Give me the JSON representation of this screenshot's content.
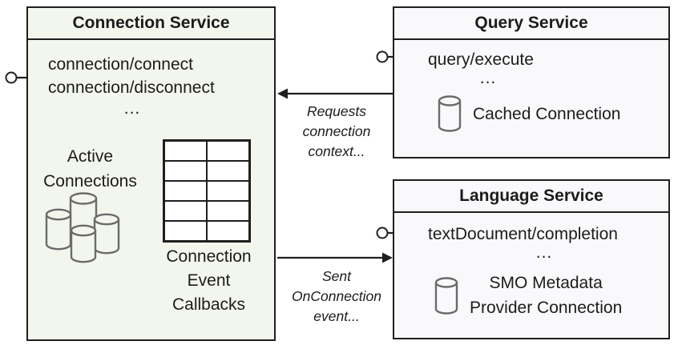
{
  "colors": {
    "canvas_bg": "#ffffff",
    "connection_box_bg": "#f3f6ec",
    "service_box_bg": "#f9f9fb",
    "border_color": "#1f1f1f",
    "icon_stroke": "#6b6b6b",
    "text_color": "#1c1c1c"
  },
  "boxes": {
    "connection": {
      "title": "Connection Service",
      "endpoints": [
        "connection/connect",
        "connection/disconnect"
      ],
      "ellipsis": "...",
      "active_label": [
        "Active",
        "Connections"
      ],
      "callbacks_table": {
        "rows": 5,
        "cols": 2
      },
      "callbacks_label": [
        "Connection",
        "Event",
        "Callbacks"
      ],
      "icons": [
        "interface-lollipop-icon",
        "database-cluster-icon"
      ]
    },
    "query": {
      "title": "Query Service",
      "endpoint": "query/execute",
      "ellipsis": "...",
      "connection_label": "Cached Connection",
      "icons": [
        "interface-lollipop-icon",
        "database-icon"
      ]
    },
    "language": {
      "title": "Language Service",
      "endpoint": "textDocument/completion",
      "ellipsis": "...",
      "connection_label": [
        "SMO Metadata",
        "Provider Connection"
      ],
      "icons": [
        "interface-lollipop-icon",
        "database-icon"
      ]
    }
  },
  "arrows": {
    "query_to_connection": {
      "direction": "right-to-left",
      "label": [
        "Requests",
        "connection",
        "context..."
      ]
    },
    "connection_to_language": {
      "direction": "left-to-right",
      "label": [
        "Sent",
        "OnConnection",
        "event..."
      ]
    }
  }
}
